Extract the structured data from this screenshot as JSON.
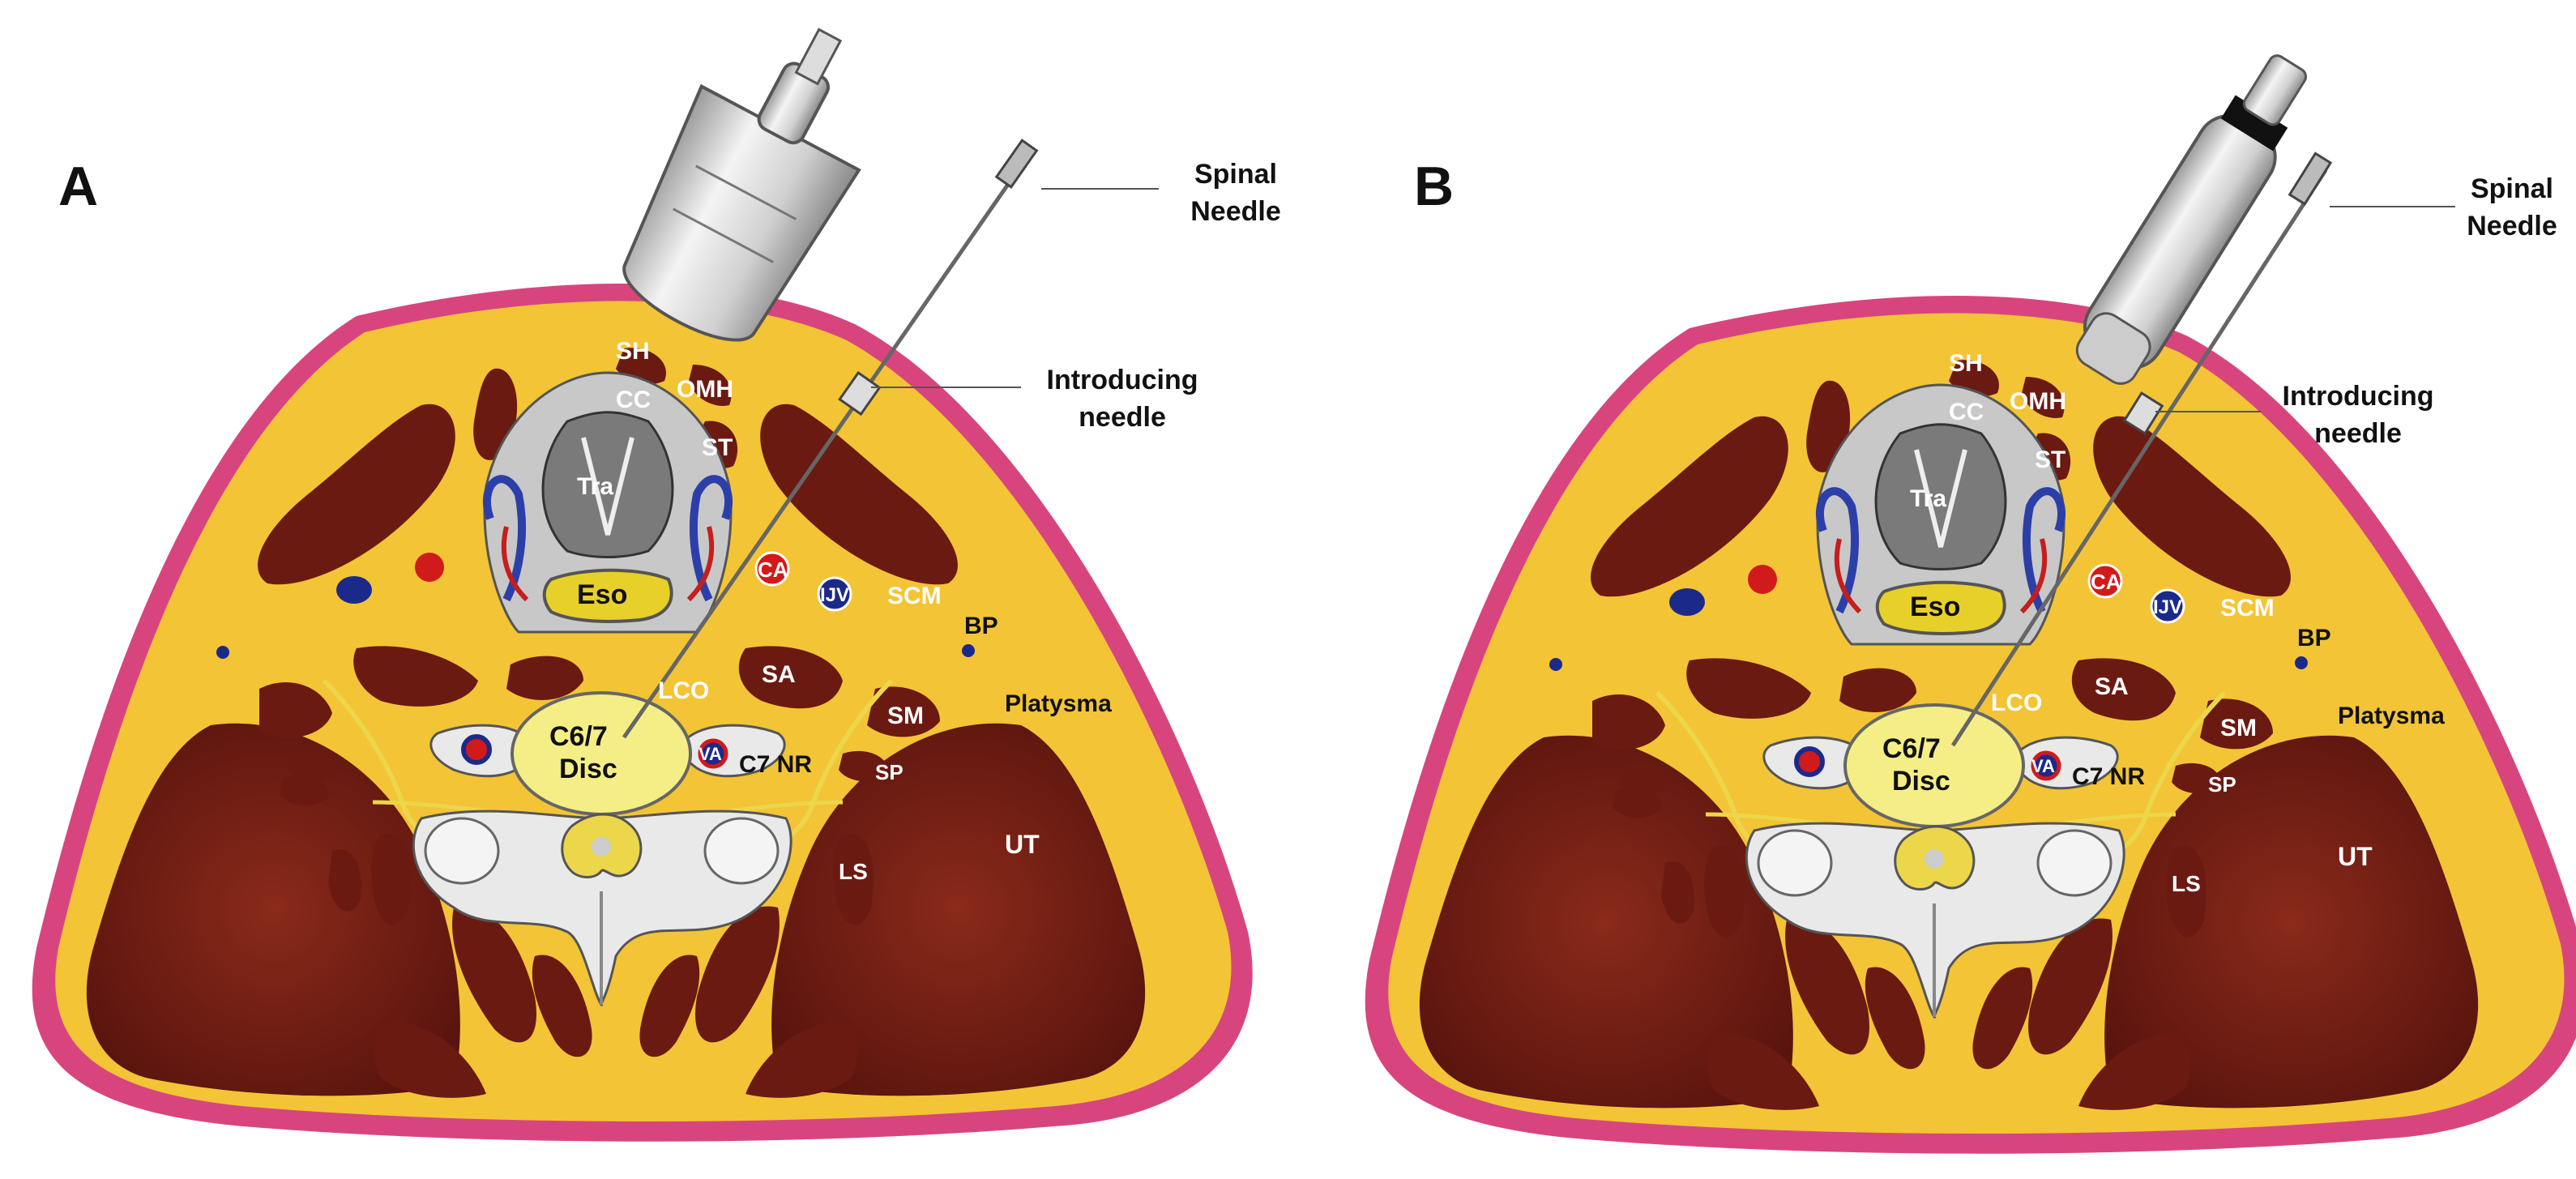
{
  "panels": [
    {
      "letter": "A",
      "probe": "linear",
      "callouts": {
        "spinal": [
          "Spinal",
          "Needle"
        ],
        "introducer": [
          "Introducing",
          "needle"
        ]
      },
      "labels": {
        "SH": "SH",
        "OMH": "OMH",
        "CC": "CC",
        "ST": "ST",
        "Tra": "Tra",
        "Eso": "Eso",
        "CA": "CA",
        "IJV": "IJV",
        "SCM": "SCM",
        "BP": "BP",
        "Platysma": "Platysma",
        "LCO": "LCO",
        "SA": "SA",
        "SM": "SM",
        "VA": "VA",
        "C7NR": "C7 NR",
        "SP": "SP",
        "LS": "LS",
        "UT": "UT",
        "disc1": "C6/7",
        "disc2": "Disc"
      }
    },
    {
      "letter": "B",
      "probe": "hockey-stick",
      "callouts": {
        "spinal": [
          "Spinal",
          "Needle"
        ],
        "introducer": [
          "Introducing",
          "needle"
        ]
      },
      "labels": {
        "SH": "SH",
        "OMH": "OMH",
        "CC": "CC",
        "ST": "ST",
        "Tra": "Tra",
        "Eso": "Eso",
        "CA": "CA",
        "IJV": "IJV",
        "SCM": "SCM",
        "BP": "BP",
        "Platysma": "Platysma",
        "LCO": "LCO",
        "SA": "SA",
        "SM": "SM",
        "VA": "VA",
        "C7NR": "C7 NR",
        "SP": "SP",
        "LS": "LS",
        "UT": "UT",
        "disc1": "C6/7",
        "disc2": "Disc"
      }
    }
  ],
  "colors": {
    "skin": "#d8457e",
    "fat": "#f3c436",
    "muscle": "#6b1a12",
    "artery": "#d11a1a",
    "vein": "#1b2a8a",
    "nerve": "#ecd64a",
    "disc": "#f5ee86",
    "bone": "#e9e9e9"
  }
}
